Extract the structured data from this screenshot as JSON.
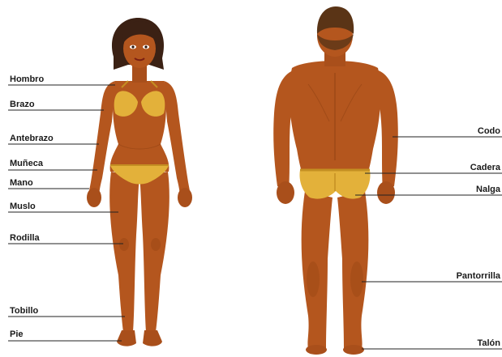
{
  "colors": {
    "skin": "#b4561e",
    "skin_shadow": "#8e3f12",
    "skin_light": "#c96a2c",
    "hair_female": "#3b2114",
    "hair_male": "#5a3416",
    "swimwear": "#e3b13a",
    "swimwear_shadow": "#c48f22",
    "leader": "#222222",
    "text": "#1a1a1a"
  },
  "figures": {
    "female": {
      "view": "front",
      "icon": "female-body-front-illustration"
    },
    "male": {
      "view": "back",
      "icon": "male-body-back-illustration"
    }
  },
  "labels": {
    "left": [
      {
        "id": "hombro",
        "text": "Hombro"
      },
      {
        "id": "brazo",
        "text": "Brazo"
      },
      {
        "id": "antebrazo",
        "text": "Antebrazo"
      },
      {
        "id": "muneca",
        "text": "Muñeca"
      },
      {
        "id": "mano",
        "text": "Mano"
      },
      {
        "id": "muslo",
        "text": "Muslo"
      },
      {
        "id": "rodilla",
        "text": "Rodilla"
      },
      {
        "id": "tobillo",
        "text": "Tobillo"
      },
      {
        "id": "pie",
        "text": "Pie"
      }
    ],
    "right": [
      {
        "id": "codo",
        "text": "Codo"
      },
      {
        "id": "cadera",
        "text": "Cadera"
      },
      {
        "id": "nalga",
        "text": "Nalga"
      },
      {
        "id": "pantorrilla",
        "text": "Pantorrilla"
      },
      {
        "id": "talon",
        "text": "Talón"
      }
    ]
  }
}
